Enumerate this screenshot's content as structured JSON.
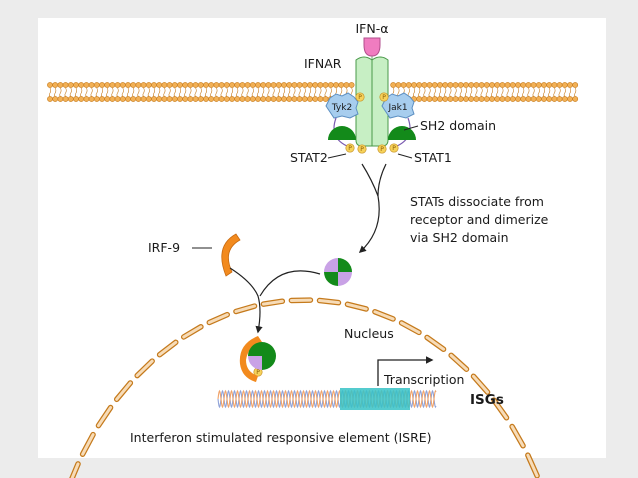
{
  "labels": {
    "ifn_alpha": "IFN-α",
    "ifnar": "IFNAR",
    "tyk2": "Tyk2",
    "jak1": "Jak1",
    "sh2_domain": "SH2 domain",
    "stat2": "STAT2",
    "stat1": "STAT1",
    "dissociate": [
      "STATs dissociate from",
      "receptor and dimerize",
      "via SH2 domain"
    ],
    "irf9": "IRF-9",
    "nucleus": "Nucleus",
    "transcription": "Transcription",
    "isgs": "ISGs",
    "isre": "Interferon stimulated responsive element (ISRE)",
    "phospho": "P"
  },
  "colors": {
    "background": "#ececec",
    "panel": "#ffffff",
    "membrane": "#f2b055",
    "membrane_outline": "#c57a1c",
    "ifn": "#f07cc0",
    "receptor": "#c7efc4",
    "receptor_outline": "#4a9a4a",
    "kinase": "#a7cdee",
    "stat_green": "#138a1a",
    "stat_purple": "#c9a2e6",
    "irf9": "#f28a1e",
    "phospho": "#f6d25a",
    "dna_strand1": "#8fa2d8",
    "dna_strand2": "#f0a36a",
    "isre_box": "#36c2c6"
  }
}
